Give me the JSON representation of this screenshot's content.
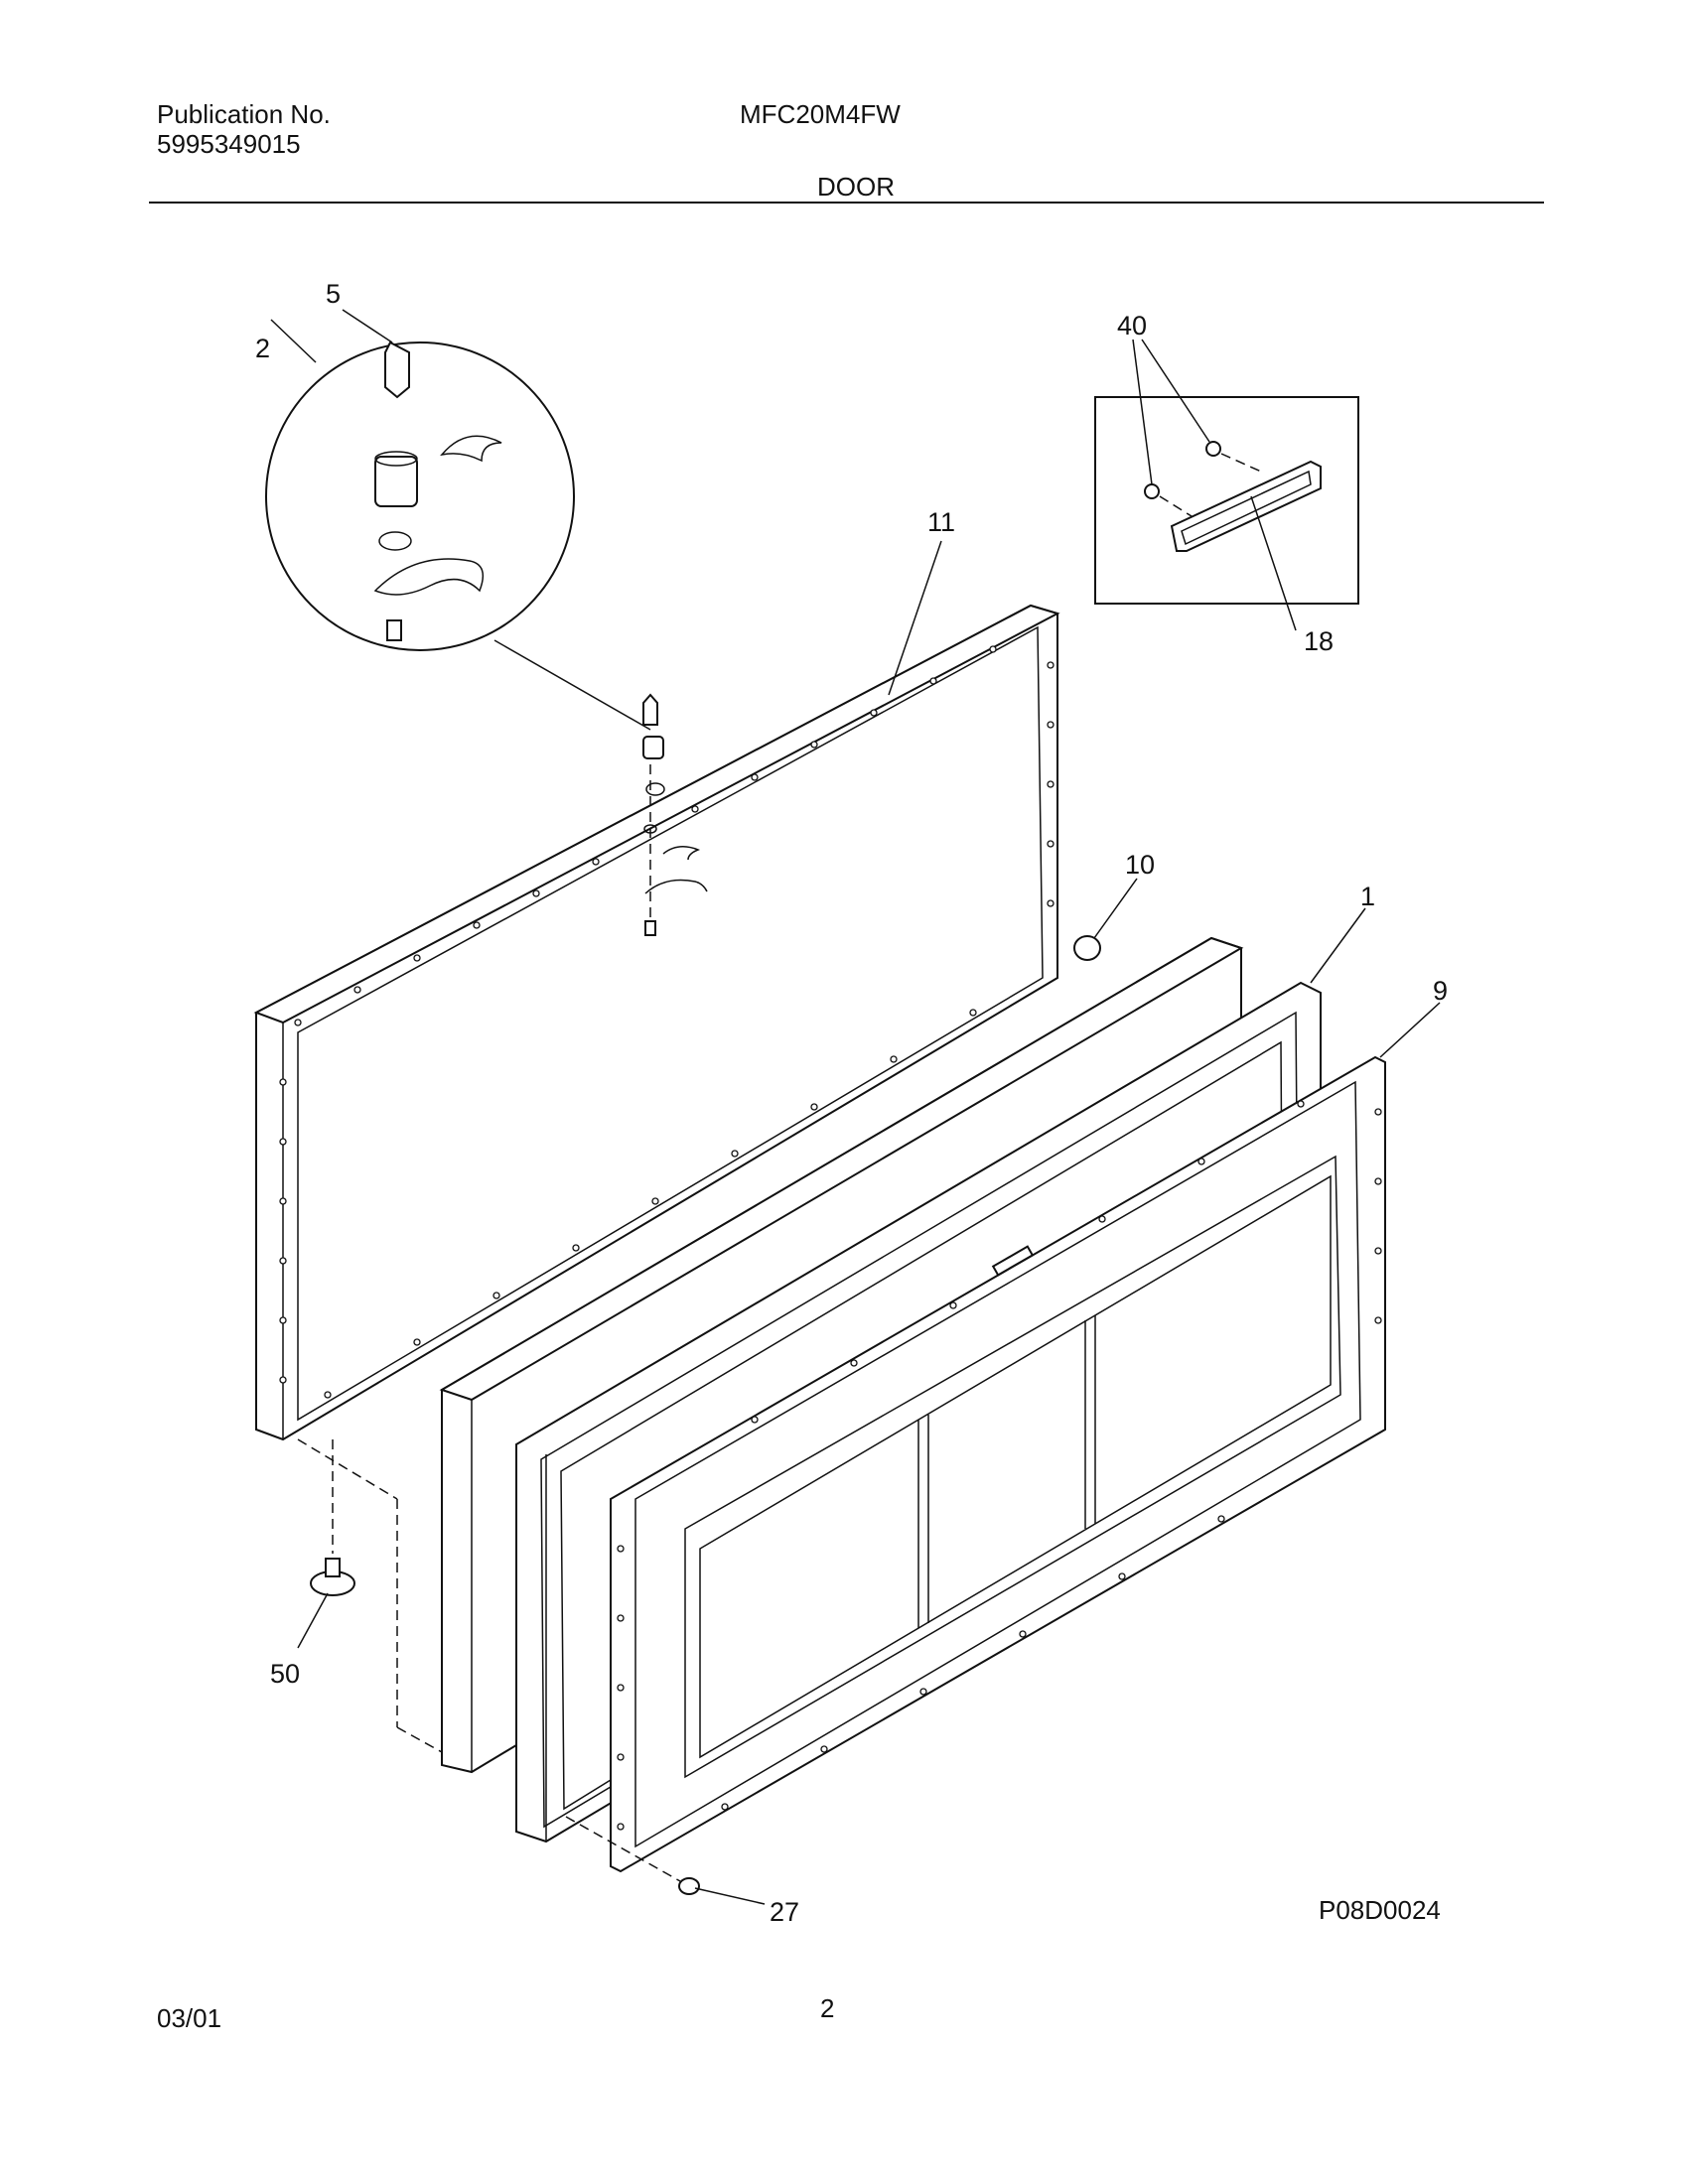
{
  "header": {
    "publication_label": "Publication No.",
    "publication_number": "5995349015",
    "model": "MFC20M4FW",
    "section": "DOOR"
  },
  "diagram": {
    "drawing_code": "P08D0024",
    "callouts": [
      "5",
      "2",
      "40",
      "11",
      "18",
      "10",
      "1",
      "9",
      "50",
      "27"
    ]
  },
  "footer": {
    "date": "03/01",
    "page": "2"
  }
}
